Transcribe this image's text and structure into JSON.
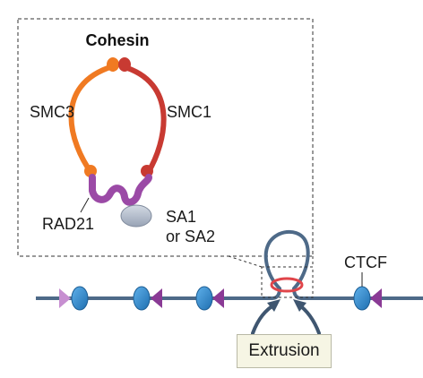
{
  "inset": {
    "title": "Cohesin",
    "labels": {
      "smc3": "SMC3",
      "smc1": "SMC1",
      "rad21": "RAD21",
      "sa_line1": "SA1",
      "sa_line2": "or SA2"
    }
  },
  "chromatin": {
    "ctcf_label": "CTCF",
    "extrusion_label": "Extrusion"
  },
  "colors": {
    "smc3": "#f07a22",
    "smc1": "#c83a32",
    "rad21": "#9b4aa6",
    "sa": "#b6c0cf",
    "dna": "#4e6a88",
    "ctcf": "#2f86c6",
    "ring": "#e0454a"
  }
}
